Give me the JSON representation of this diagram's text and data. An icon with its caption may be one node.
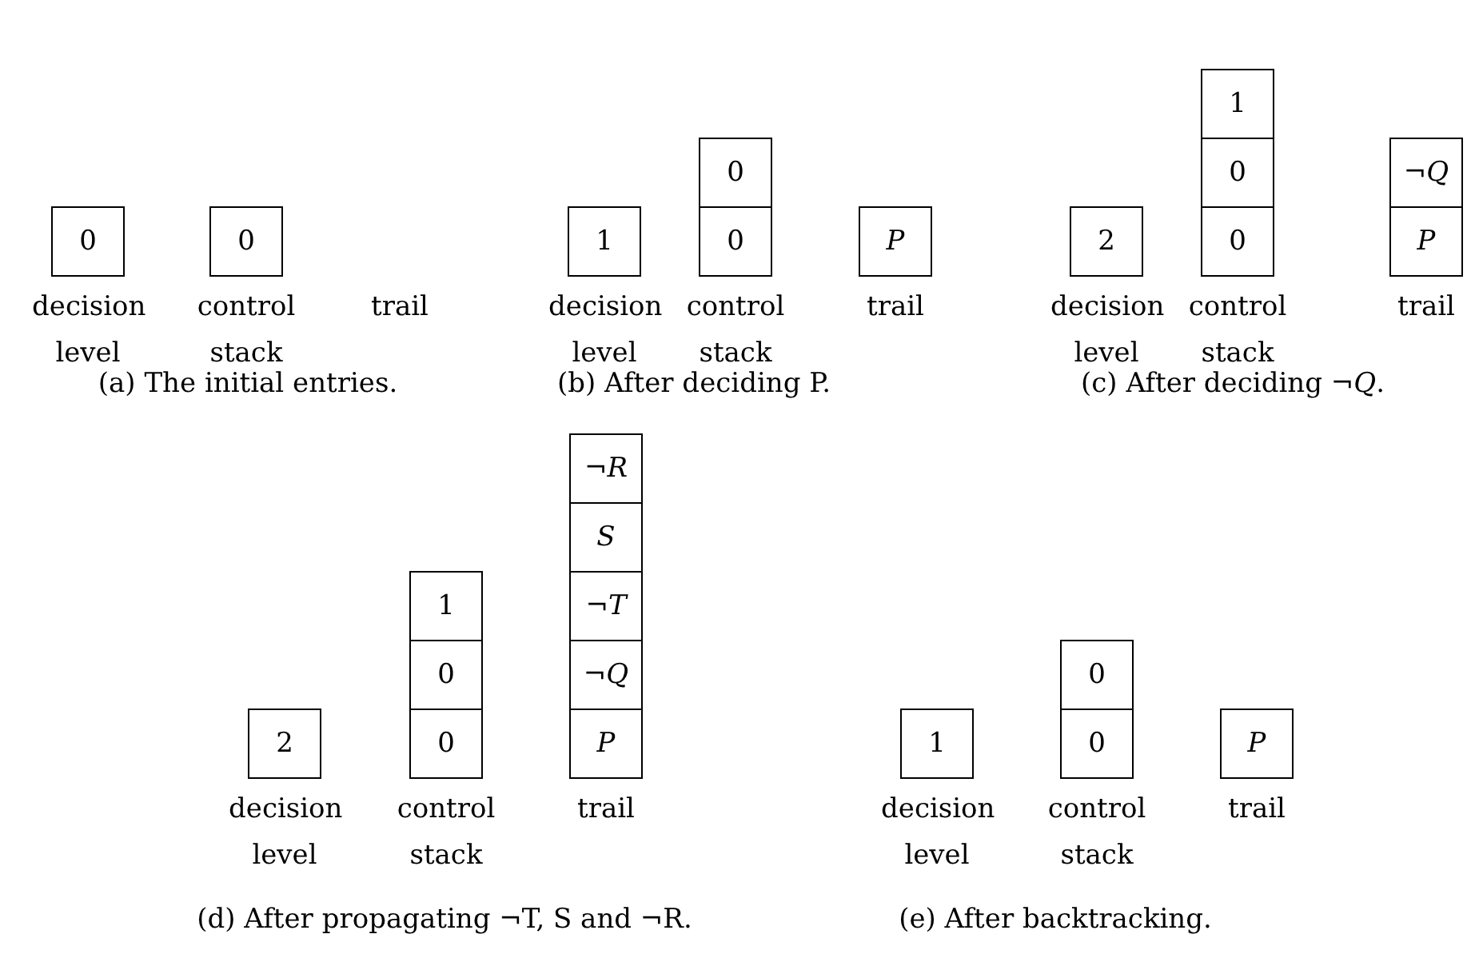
{
  "diagram": {
    "nodes": [
      {
        "text": [
          "0"
        ]
      },
      {
        "text": [
          "0"
        ]
      },
      {
        "text": [
          "1"
        ]
      },
      {
        "text": [
          "0"
        ]
      },
      {
        "text": [
          "0"
        ]
      },
      {
        "text": [
          "P"
        ]
      },
      {
        "text": [
          "2"
        ]
      },
      {
        "text": [
          "1"
        ]
      },
      {
        "text": [
          "0"
        ]
      },
      {
        "text": [
          "0"
        ]
      },
      {
        "text": [
          "¬*Q*"
        ]
      },
      {
        "text": [
          "P"
        ]
      },
      {
        "text": [
          "2"
        ]
      },
      {
        "text": [
          "1"
        ]
      },
      {
        "text": [
          "0"
        ]
      },
      {
        "text": [
          "0"
        ]
      },
      {
        "text": [
          "¬*R*"
        ]
      },
      {
        "text": [
          "S"
        ]
      },
      {
        "text": [
          "¬*T*"
        ]
      },
      {
        "text": [
          "¬*Q*"
        ]
      },
      {
        "text": [
          "P"
        ]
      },
      {
        "text": [
          "1"
        ]
      },
      {
        "text": [
          "0"
        ]
      },
      {
        "text": [
          "0"
        ]
      },
      {
        "text": [
          "P"
        ]
      }
    ],
    "labels": [
      "decision level",
      "control stack",
      "trail",
      "decision level",
      "control stack",
      "trail",
      "decision level",
      "control stack",
      "trail",
      "(a) The initial entries.",
      "(b) After deciding P.",
      "(c) After deciding ¬*Q*.",
      "decision level",
      "control stack",
      "trail",
      "decision level",
      "control stack",
      "trail",
      "(d) After propagating ¬T, S and ¬R.",
      "(e) After backtracking."
    ]
  }
}
